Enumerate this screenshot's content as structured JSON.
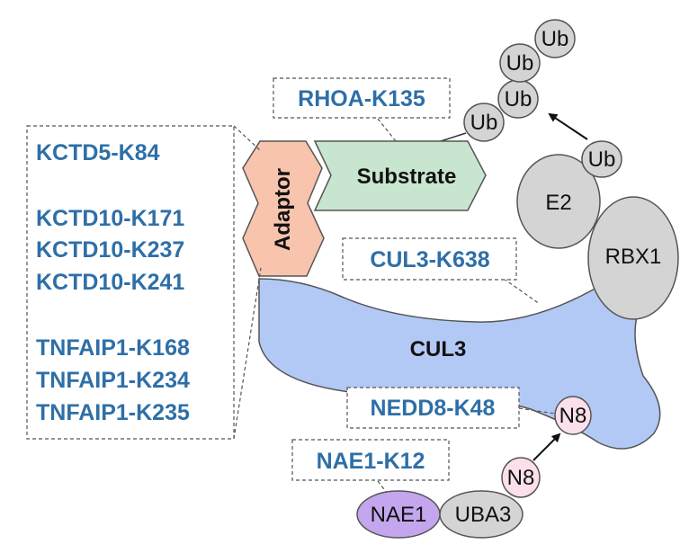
{
  "site_labels": {
    "rhoa": "RHOA-K135",
    "kctd5": "KCTD5-K84",
    "kctd10_171": "KCTD10-K171",
    "kctd10_237": "KCTD10-K237",
    "kctd10_241": "KCTD10-K241",
    "tnfaip1_168": "TNFAIP1-K168",
    "tnfaip1_234": "TNFAIP1-K234",
    "tnfaip1_235": "TNFAIP1-K235",
    "cul3": "CUL3-K638",
    "nedd8": "NEDD8-K48",
    "nae1": "NAE1-K12"
  },
  "components": {
    "adaptor": "Adaptor",
    "substrate": "Substrate",
    "cul3": "CUL3",
    "rbx1": "RBX1",
    "e2": "E2",
    "ub": "Ub",
    "n8": "N8",
    "nae1": "NAE1",
    "uba3": "UBA3"
  },
  "colors": {
    "label_blue": "#2e6fa7",
    "cul3_fill": "#b2c9f5",
    "adaptor_fill": "#f8c4ad",
    "substrate_fill": "#c8e6cf",
    "n8_fill": "#fbe0ec",
    "nae1_fill": "#c4a6ee",
    "grey_fill": "#d4d4d4"
  }
}
